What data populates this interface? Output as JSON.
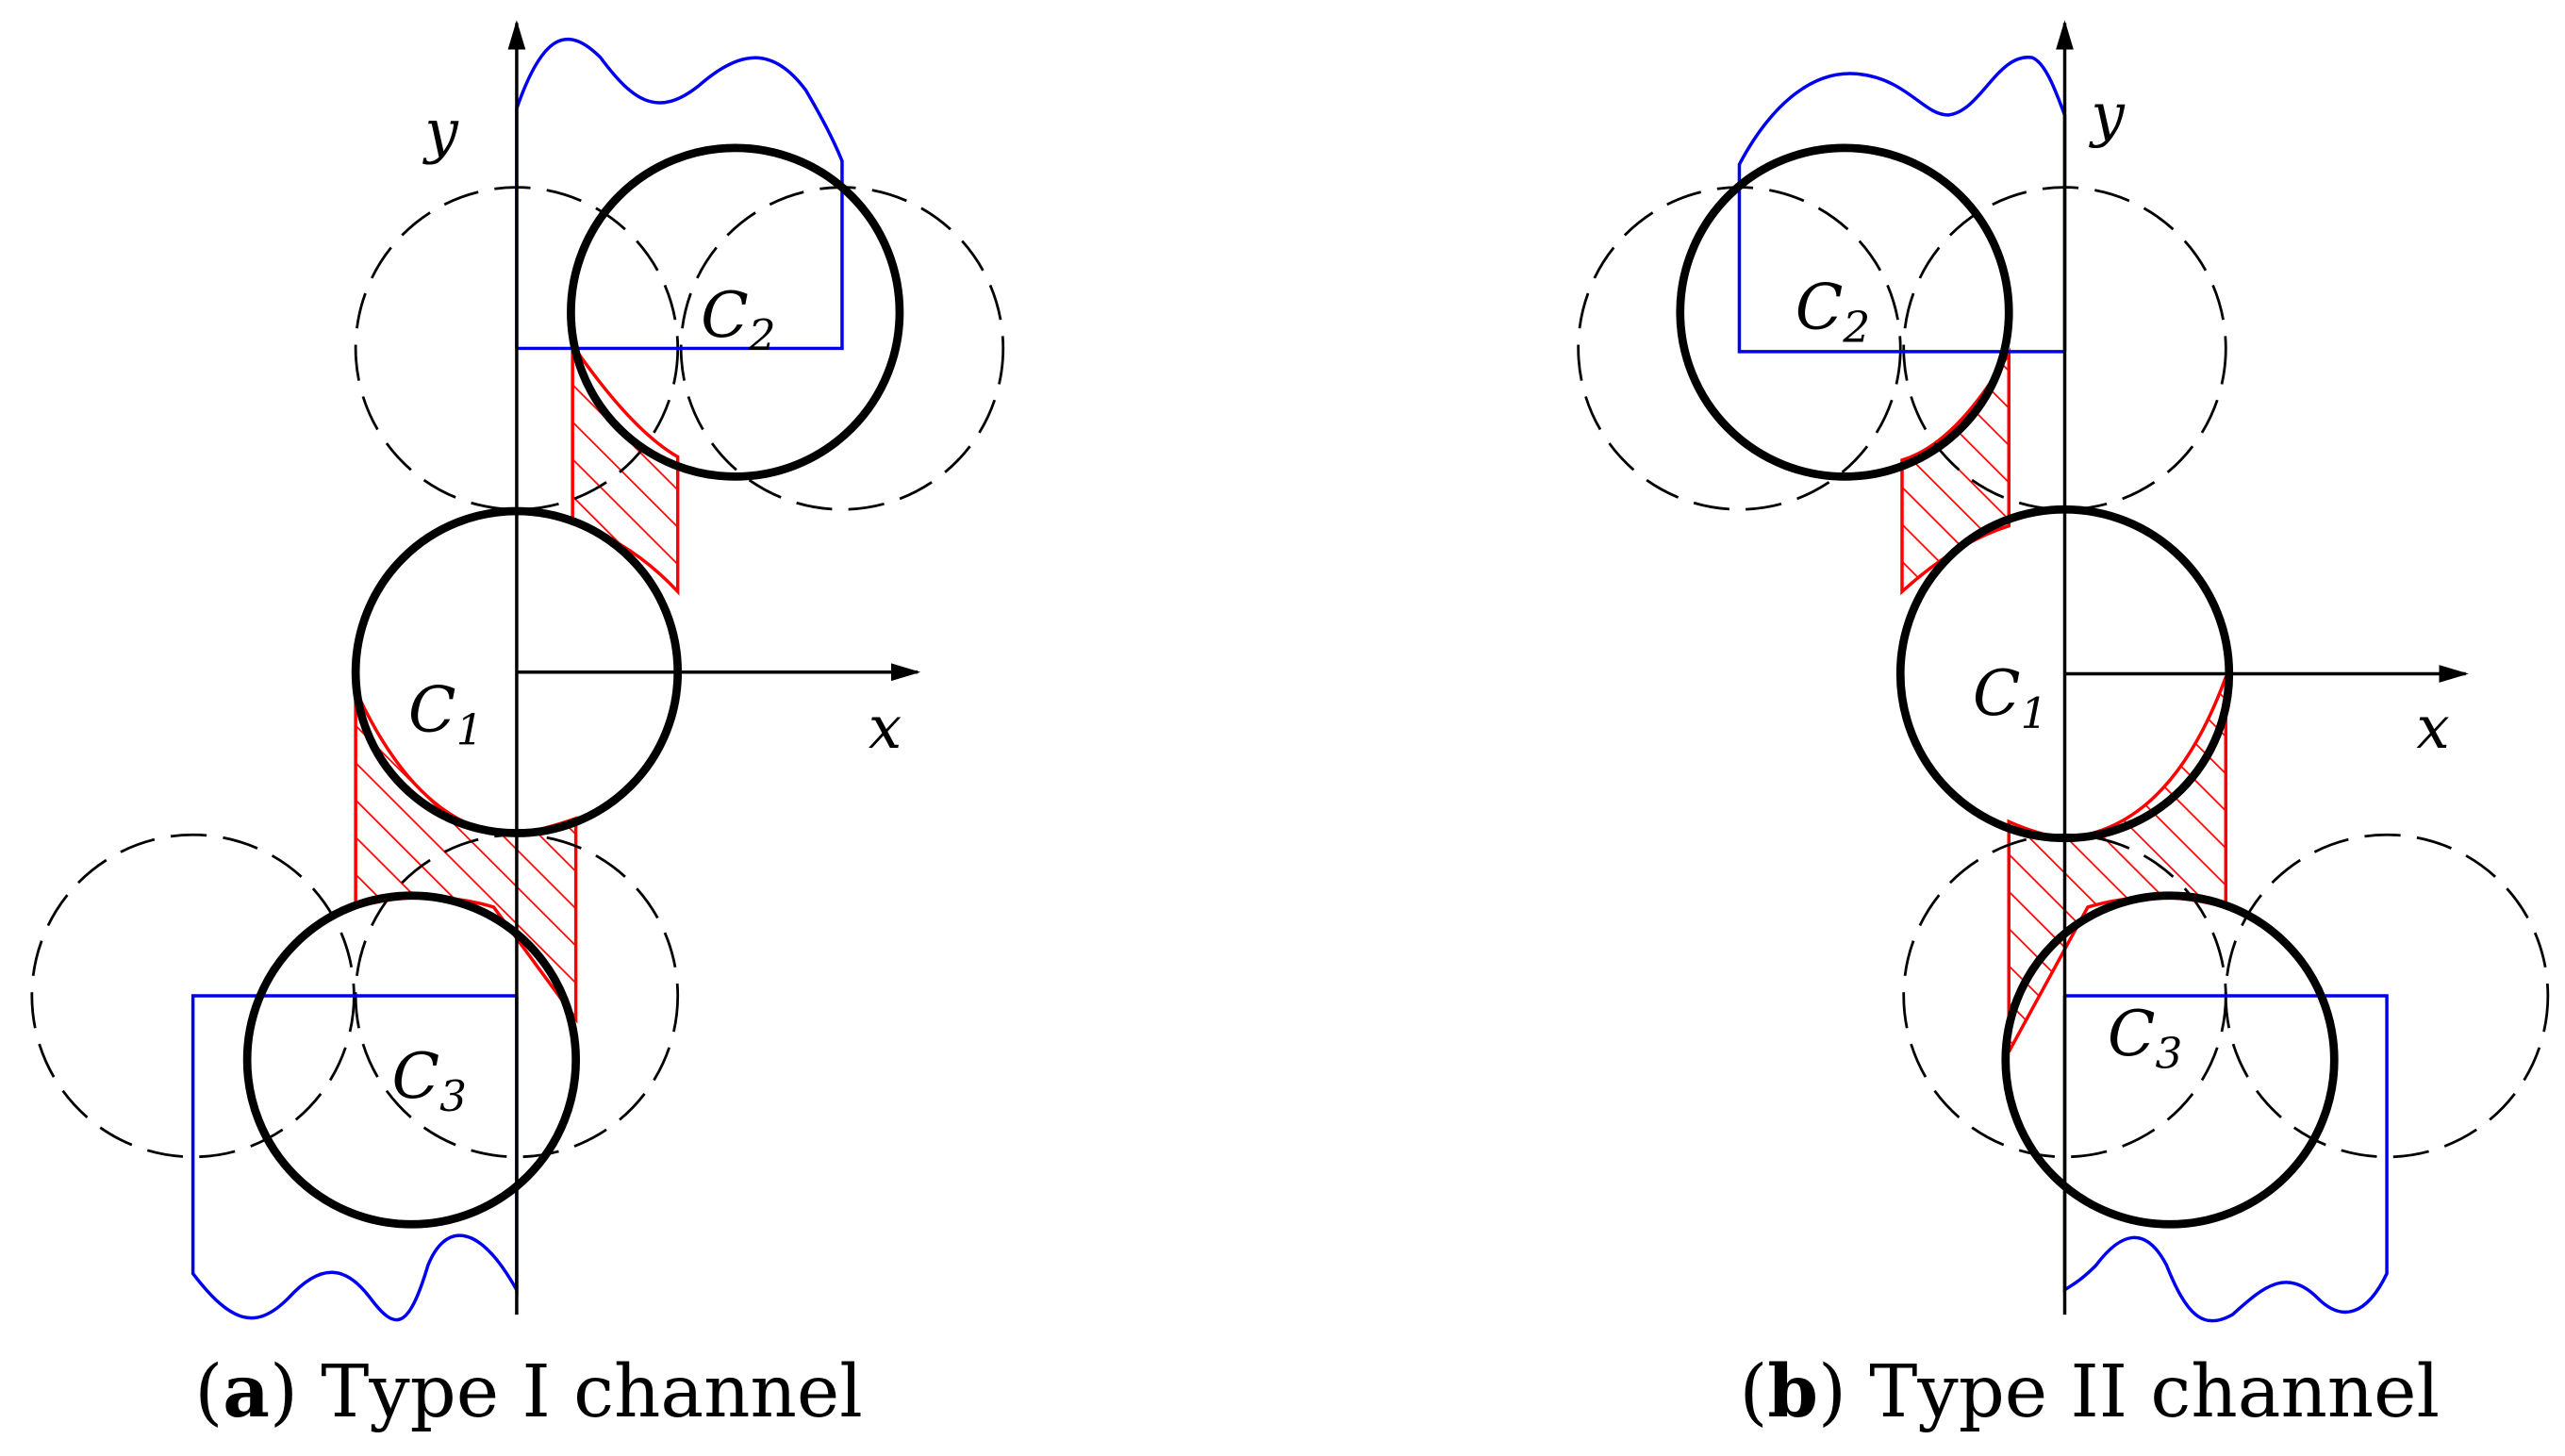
{
  "colors": {
    "circle": "#000000",
    "profile": "#0000ee",
    "hatch": "#ff0000",
    "dashed": "#000000"
  },
  "panels": [
    {
      "axis_x": "x",
      "axis_y": "y",
      "labels": {
        "c1": "C",
        "c1_sub": "1",
        "c2": "C",
        "c2_sub": "2",
        "c3": "C",
        "c3_sub": "3"
      },
      "caption": {
        "letter": "a",
        "text": "Type I channel"
      }
    },
    {
      "axis_x": "x",
      "axis_y": "y",
      "labels": {
        "c1": "C",
        "c1_sub": "1",
        "c2": "C",
        "c2_sub": "2",
        "c3": "C",
        "c3_sub": "3"
      },
      "caption": {
        "letter": "b",
        "text": "Type II channel"
      }
    }
  ]
}
